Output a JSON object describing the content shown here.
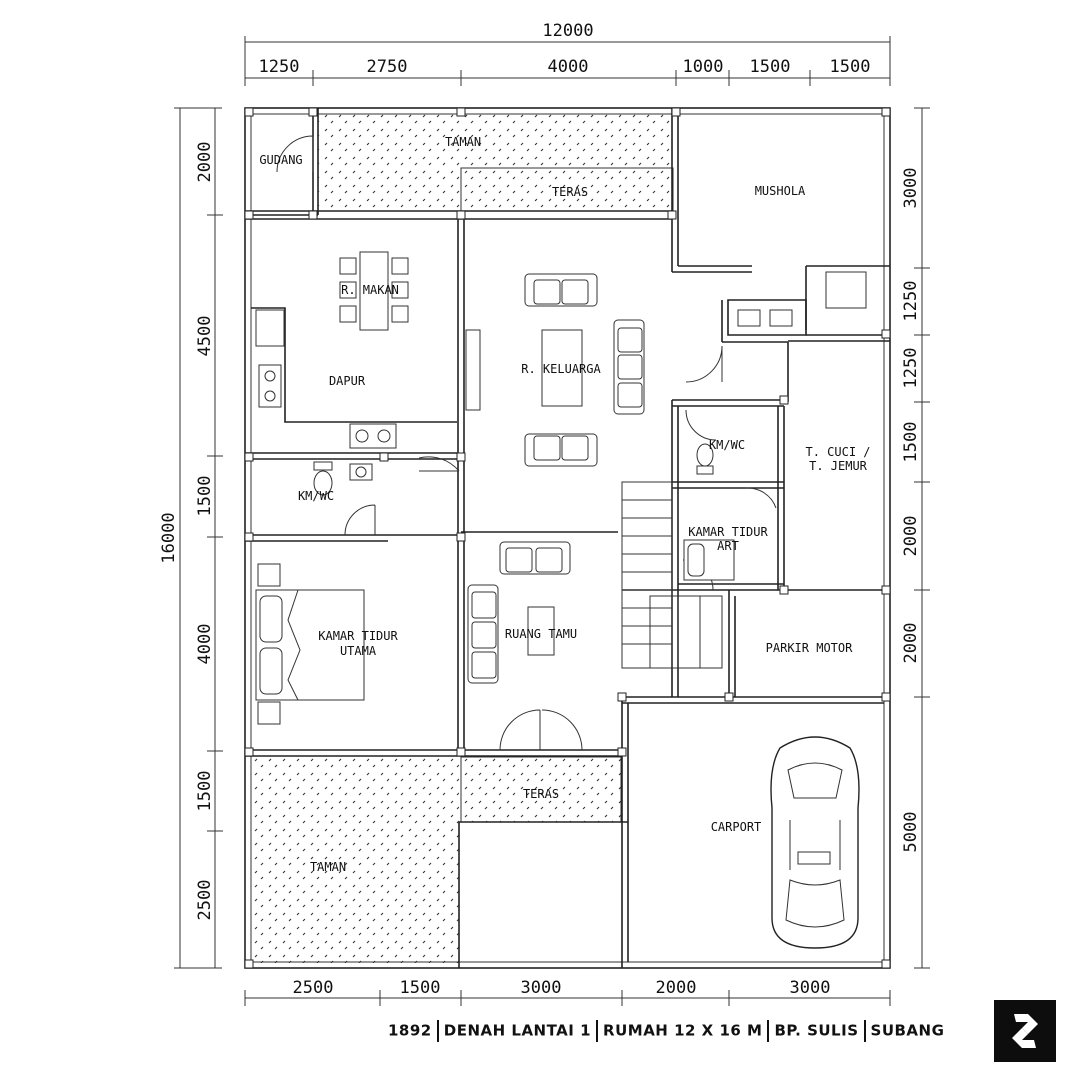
{
  "dimensions": {
    "top_total": "12000",
    "top": [
      "1250",
      "2750",
      "4000",
      "1000",
      "1500",
      "1500"
    ],
    "bottom": [
      "2500",
      "1500",
      "3000",
      "2000",
      "3000"
    ],
    "left_total": "16000",
    "left": [
      "2000",
      "4500",
      "1500",
      "4000",
      "1500",
      "2500"
    ],
    "right": [
      "3000",
      "1250",
      "1250",
      "1500",
      "2000",
      "2000",
      "5000"
    ]
  },
  "rooms": {
    "gudang": "GUDANG",
    "taman_top": "TAMAN",
    "teras_top": "TERAS",
    "mushola": "MUSHOLA",
    "r_makan": "R. MAKAN",
    "dapur": "DAPUR",
    "r_keluarga": "R. KELUARGA",
    "kmwc_left": "KM/WC",
    "kmwc_right": "KM/WC",
    "t_cuci_1": "T. CUCI /",
    "t_cuci_2": "T. JEMUR",
    "kamar_art_1": "KAMAR TIDUR",
    "kamar_art_2": "ART",
    "kamar_utama_1": "KAMAR TIDUR",
    "kamar_utama_2": "UTAMA",
    "ruang_tamu": "RUANG TAMU",
    "parkir_motor": "PARKIR MOTOR",
    "teras_bottom": "TERAS",
    "carport": "CARPORT",
    "taman_bottom": "TAMAN"
  },
  "caption": {
    "code": "1892",
    "title": "DENAH LANTAI 1",
    "house": "RUMAH 12 X 16 M",
    "owner": "BP. SULIS",
    "city": "SUBANG"
  },
  "icons": {
    "logo": "brand-logo-icon"
  }
}
